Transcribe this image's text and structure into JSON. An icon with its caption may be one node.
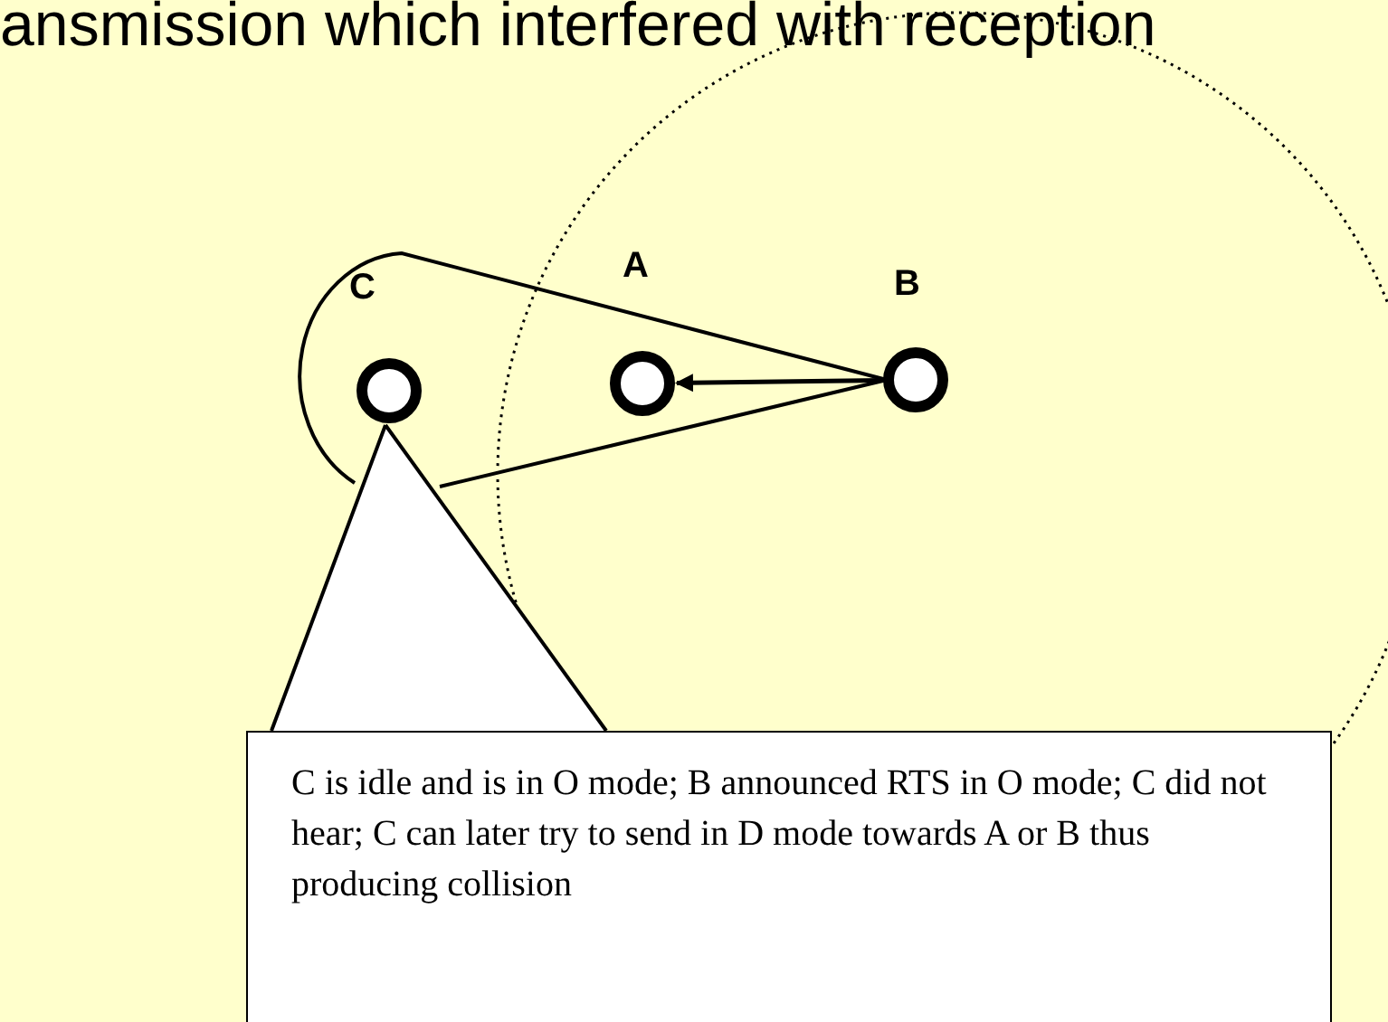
{
  "diagram": {
    "nodes": [
      {
        "text": [],
        "shape": "circle",
        "beside": [
          "C"
        ]
      },
      {
        "text": [],
        "shape": "circle",
        "beside": [
          "A"
        ]
      },
      {
        "text": [],
        "shape": "circle",
        "beside": [
          "B"
        ]
      },
      {
        "text": [
          "C is idle and is in O mode; B announced RTS in O mode; C did not hear; C can later try to send in D mode towards A or B thus producing collision"
        ]
      }
    ],
    "edges": [
      {
        "from": 2,
        "to": 1,
        "arrow": "to"
      },
      {
        "from": 3,
        "to": 0,
        "arrow": "none"
      }
    ],
    "labels": [
      "ansmission which interfered with reception"
    ]
  }
}
